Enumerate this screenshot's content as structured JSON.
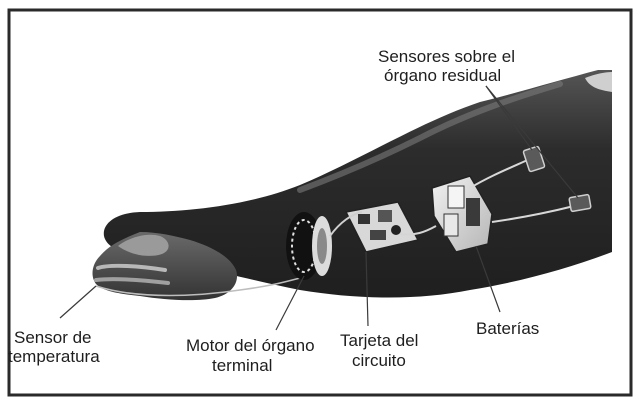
{
  "labels": {
    "sensores_line1": "Sensores sobre el",
    "sensores_line2": "órgano residual",
    "sensor_temp_line1": "Sensor de",
    "sensor_temp_line2": "temperatura",
    "motor_line1": "Motor del órgano",
    "motor_line2": "terminal",
    "tarjeta_line1": "Tarjeta del",
    "tarjeta_line2": "circuito",
    "baterias": "Baterías"
  },
  "colors": {
    "background": "#ffffff",
    "frame": "#2a2a2a",
    "arm_dark": "#2b2b2b",
    "arm_mid": "#4a4a4a",
    "arm_light": "#8a8a8a",
    "text": "#1e1e1e",
    "leader": "#3a3a3a"
  }
}
